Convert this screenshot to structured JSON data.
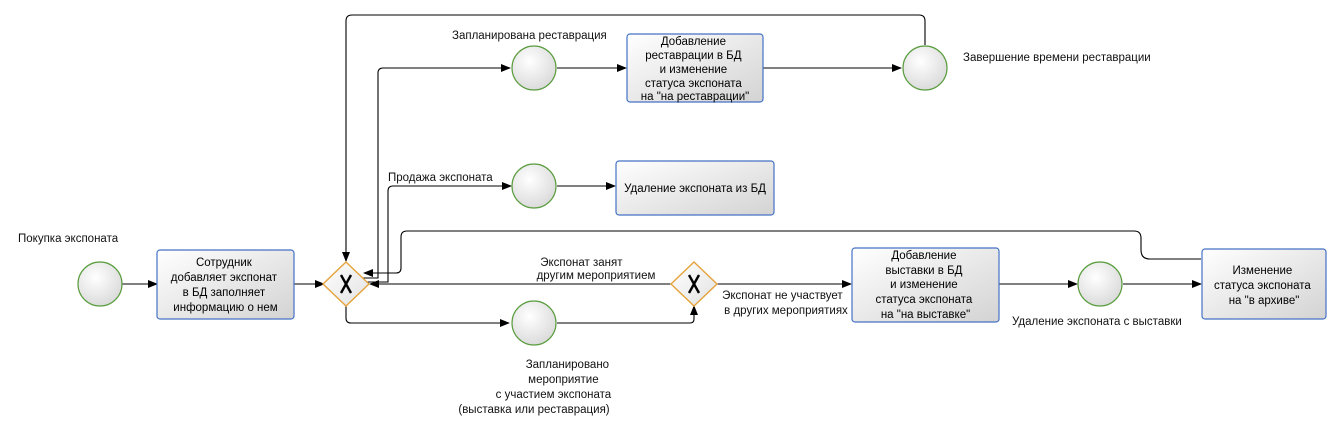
{
  "events": {
    "start": {
      "label": "Покупка экспоната"
    },
    "restoration_planned": {
      "label": "Запланирована реставрация"
    },
    "sale": {
      "label": "Продажа экспоната"
    },
    "restoration_end": {
      "label": "Завершение времени реставрации"
    },
    "event_planned": {
      "label_lines": [
        "Запланировано",
        "мероприятие",
        "с участием экспоната",
        "(выставка или реставрация)"
      ]
    },
    "exhibit_removed": {
      "label": "Удаление экспоната с выставки"
    }
  },
  "tasks": {
    "employee_adds": {
      "lines": [
        "Сотрудник",
        "добавляет экспонат",
        "в БД заполняет",
        "информацию о нем"
      ]
    },
    "add_restoration": {
      "lines": [
        "Добавление",
        "реставрации в БД",
        "и изменение",
        "статуса экспоната",
        "на \"на реставрации\""
      ]
    },
    "delete_exhibit": {
      "lines": [
        "Удаление экспоната из БД"
      ]
    },
    "add_exhibition": {
      "lines": [
        "Добавление",
        "выставки в БД",
        "и изменение",
        "статуса экспоната",
        "на \"на выставке\""
      ]
    },
    "archive_status": {
      "lines": [
        "Изменение",
        "статуса экспоната",
        "на \"в архиве\""
      ]
    }
  },
  "gateway_labels": {
    "busy": [
      "Экспонат занят",
      "другим мероприятием"
    ],
    "not_participating": [
      "Экспонат не участвует",
      "в других мероприятиях"
    ]
  },
  "colors": {
    "task_border": "#4472c4",
    "event_border": "#5b9d3f",
    "gateway_border": "#e5a33b",
    "flow": "#000000"
  }
}
